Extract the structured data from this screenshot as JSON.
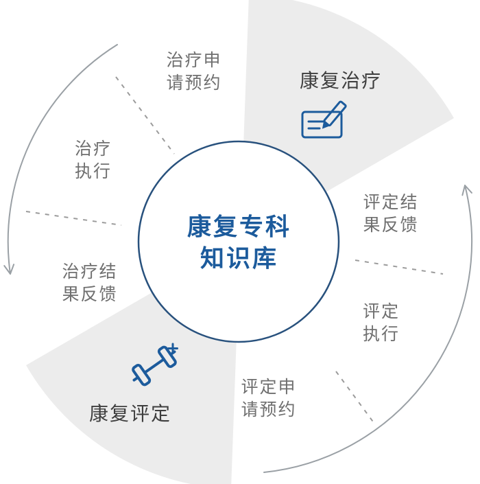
{
  "diagram": {
    "center_title": "康复专科\n知识库",
    "sectors": {
      "treatment": {
        "title": "康复治疗",
        "icon": "compose-note-icon"
      },
      "assessment": {
        "title": "康复评定",
        "icon": "dumbbell-icon"
      }
    },
    "steps": {
      "treatment_request": "治疗申\n请预约",
      "treatment_execute": "治疗\n执行",
      "treatment_feedback": "治疗结\n果反馈",
      "assessment_feedback": "评定结\n果反馈",
      "assessment_execute": "评定\n执行",
      "assessment_request": "评定申\n请预约"
    },
    "colors": {
      "accent_blue": "#1c5b9c",
      "circle_border": "#28517d",
      "wedge_gray": "#ececec",
      "label_gray": "#6f6f6f",
      "sector_title": "#3e3e3e",
      "line_gray": "#9aa0a5"
    }
  }
}
